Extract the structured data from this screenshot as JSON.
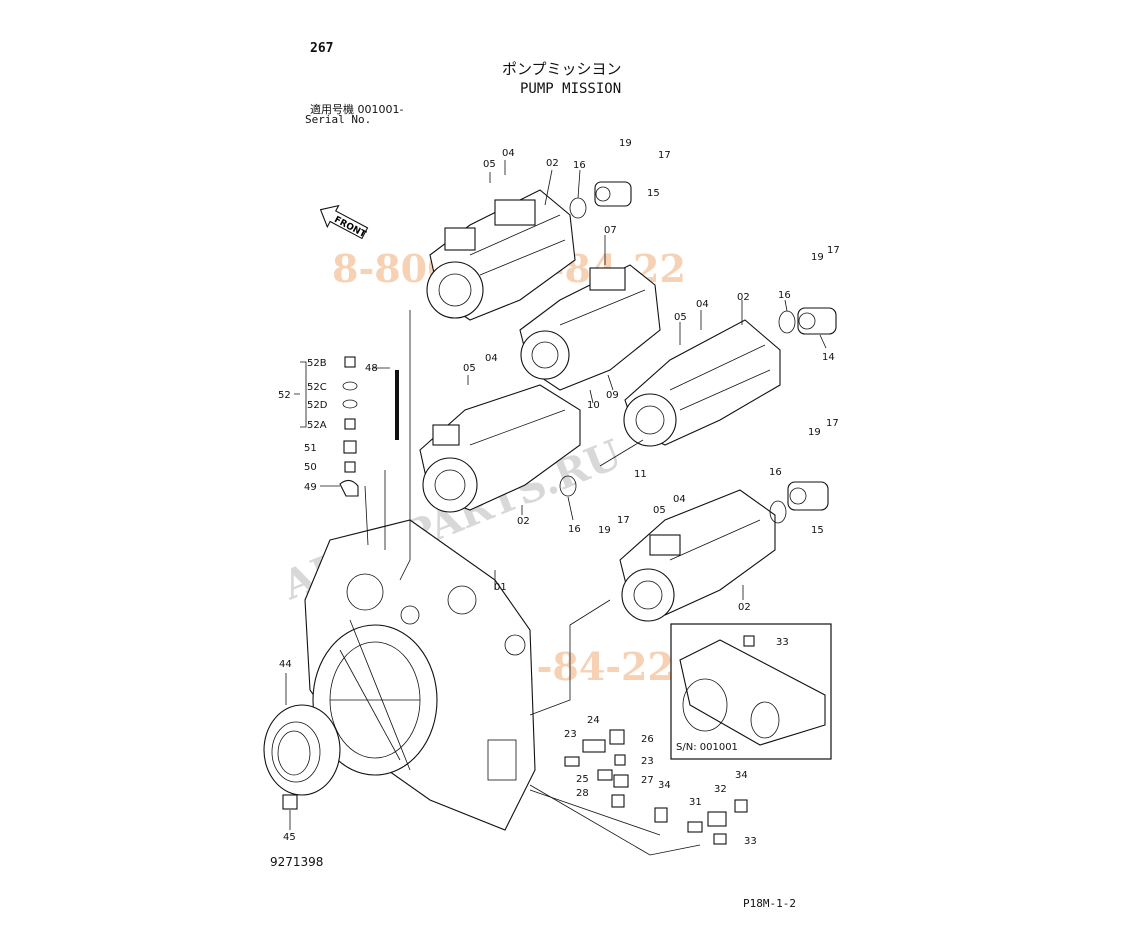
{
  "header": {
    "page_number": "267",
    "title_jp": "ポンプミッシヨン",
    "title_en": "PUMP MISSION",
    "serial_label_jp": "適用号機 001001-",
    "serial_label_en": "Serial No."
  },
  "inset": {
    "serial_text": "S/N: 001001"
  },
  "footer": {
    "document_number": "9271398",
    "page_code": "P18M-1-2"
  },
  "orientation": {
    "front_label": "FRONT"
  },
  "watermarks": {
    "phone_1": "8-800-551-84-22",
    "phone_2": "8-800-551-84-22",
    "brand": "AUTOPARTS.RU"
  },
  "part_labels": [
    "01",
    "02",
    "02",
    "02",
    "02",
    "04",
    "04",
    "04",
    "04",
    "05",
    "05",
    "05",
    "05",
    "07",
    "09",
    "10",
    "11",
    "14",
    "15",
    "15",
    "16",
    "16",
    "16",
    "16",
    "17",
    "17",
    "17",
    "17",
    "19",
    "19",
    "19",
    "19",
    "23",
    "23",
    "24",
    "25",
    "26",
    "27",
    "28",
    "31",
    "32",
    "33",
    "33",
    "34",
    "34",
    "44",
    "45",
    "48",
    "49",
    "50",
    "51",
    "52",
    "52A",
    "52B",
    "52C",
    "52D"
  ]
}
